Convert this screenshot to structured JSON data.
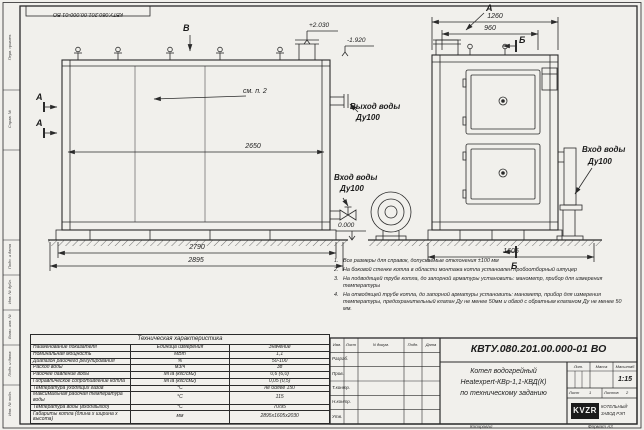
{
  "sheet": {
    "stamp_top": "КВТУ.080.201.00.000-01 ВО",
    "format_note": "Формат А3",
    "copied_label": "Копировал",
    "margin_labels": [
      "Перв. примен.",
      "Справ. №",
      "Подп. и дата",
      "Инв. № дубл.",
      "Взам. инв. №",
      "Подп. и дата",
      "Инв. № подл."
    ]
  },
  "drawing": {
    "markers": {
      "view_b": "В",
      "section_a_1": "А",
      "section_a_2": "А",
      "view_a_top": "А",
      "section_b_top": "Б",
      "section_b_bottom": "Б"
    },
    "levels": {
      "top": "+2.030",
      "mid": "-1.920",
      "zero": "0.000"
    },
    "dims": {
      "d2650": "2650",
      "d2790": "2790",
      "d2895": "2895",
      "d1260": "1260",
      "d960": "960",
      "d1605": "1605"
    },
    "callouts": {
      "see_note": "см. п. 2",
      "outlet_title": "Выход воды",
      "outlet_dn": "Ду100",
      "inlet_left_title": "Вход воды",
      "inlet_left_dn": "Ду100",
      "inlet_right_title": "Вход воды",
      "inlet_right_dn": "Ду100"
    }
  },
  "notes": {
    "items": [
      {
        "num": "1.",
        "text": "Все размеры для справок, допускаемые отклонения ±100 мм"
      },
      {
        "num": "2.",
        "text": "На боковой стенке котла в области монтажа котла установлен пробоотборный штуцер"
      },
      {
        "num": "3.",
        "text": "На подводящей трубе котла, до запорной арматуры установить: манометр, прибор для измерения температуры"
      },
      {
        "num": "4.",
        "text": "На отводящей трубе котла, до запорной арматуры установить: манометр, прибор для измерения температуры, предохранительный клапан Ду не менее 50мм и обвод с обратным клапаном Ду не менее 50 мм."
      }
    ]
  },
  "tech_table": {
    "title": "Техническая характеристика",
    "headers": {
      "name": "Наименование показателя",
      "unit": "Единица измерения",
      "value": "Значение"
    },
    "rows": [
      {
        "name": "Номинальная мощность",
        "unit": "МВт",
        "value": "1,1"
      },
      {
        "name": "Диапазон рабочего регулирования",
        "unit": "%",
        "value": "50-100"
      },
      {
        "name": "Расход воды",
        "unit": "м3/ч",
        "value": "38"
      },
      {
        "name": "Рабочее давление воды",
        "unit": "МПа (кгс/см2)",
        "value": "0,6 (6,0)"
      },
      {
        "name": "Гидравлическое сопротивление котла",
        "unit": "МПа (кгс/см2)",
        "value": "0,05 (0,5)"
      },
      {
        "name": "Температура уходящих газов",
        "unit": "°С",
        "value": "не более 150"
      },
      {
        "name": "Максимальная рабочая температура воды",
        "unit": "°С",
        "value": "115"
      },
      {
        "name": "Температура воды (вход/выход)",
        "unit": "°С",
        "value": "70/95"
      },
      {
        "name": "Габариты котла (длина х ширина х высота)",
        "unit": "мм",
        "value": "2895х1605х2030"
      }
    ]
  },
  "title_block": {
    "doc_number": "КВТУ.080.201.00.000-01 ВО",
    "product_line1": "Котел водогрейный",
    "product_line2": "Heatexpert-КВр-1,1-КВД(К)",
    "product_line3": "по техническому заданию",
    "header_cells": [
      "Изм.",
      "Лист",
      "N докум.",
      "Подп.",
      "Дата"
    ],
    "roles": [
      "Разраб.",
      "Пров.",
      "Т.контр.",
      "Н.контр.",
      "Утв."
    ],
    "lit_label": "Лит.",
    "mass_label": "Масса",
    "scale_label": "Масштаб",
    "scale": "1:15",
    "sheet_label": "Лист",
    "sheet_value": "1",
    "sheets_label": "Листов",
    "sheets_value": "2",
    "logo": "KVZR",
    "company_line1": "КОТЕЛЬНЫЙ",
    "company_line2": "ЗАВОД РЭП"
  }
}
